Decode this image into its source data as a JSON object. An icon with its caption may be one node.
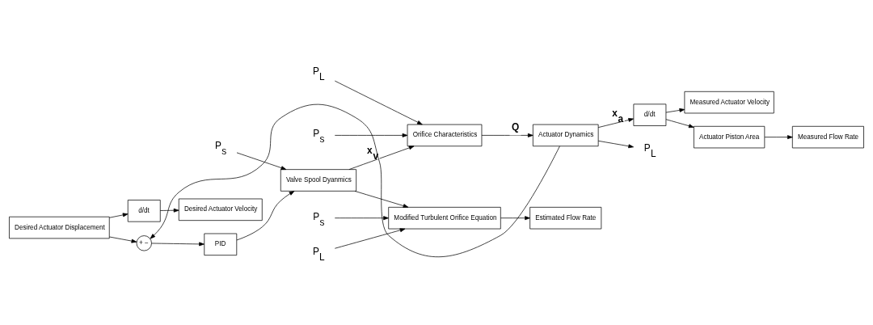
{
  "diagram": {
    "nodes": [
      {
        "text": [
          "Desired Actuator Displacement"
        ]
      },
      {
        "text": [
          "+",
          "−"
        ]
      },
      {
        "text": [
          "PID"
        ]
      },
      {
        "text": [
          "Valve Spool Dyanmics"
        ]
      },
      {
        "text": [
          "Orifice Characteristics"
        ]
      },
      {
        "text": [
          "Actuator Dynamics"
        ]
      },
      {
        "text": [
          "d/dt"
        ]
      },
      {
        "text": [
          "Desired Actuator Velocity"
        ]
      },
      {
        "text": [
          "d/dt"
        ]
      },
      {
        "text": [
          "Measured Actuator Velocity"
        ]
      },
      {
        "text": [
          "Actuator Piston Area"
        ]
      },
      {
        "text": [
          "Measured Flow Rate"
        ]
      },
      {
        "text": [
          "Modified Turbulent Orifice Equation"
        ]
      },
      {
        "text": [
          "Estimated Flow Rate"
        ]
      },
      {
        "text": [
          "P$_{s}$"
        ]
      },
      {
        "text": [
          "P$_{s}$"
        ]
      },
      {
        "text": [
          "P$_{L}$"
        ]
      },
      {
        "text": [
          "P$_{L}$"
        ]
      },
      {
        "text": [
          "P$_{s}$"
        ]
      },
      {
        "text": [
          "P$_{L}$"
        ]
      }
    ],
    "edges": [
      {
        "from": 0,
        "to": 6,
        "arrow": "to"
      },
      {
        "from": 0,
        "to": 1,
        "arrow": "to"
      },
      {
        "from": 5,
        "to": 1,
        "arrow": "to"
      },
      {
        "from": 1,
        "to": 2,
        "arrow": "to"
      },
      {
        "from": 2,
        "to": 3,
        "arrow": "to"
      },
      {
        "from": 3,
        "to": 4,
        "arrow": "to",
        "label": "x$_{v}$"
      },
      {
        "from": 4,
        "to": 5,
        "arrow": "to",
        "label": "Q"
      },
      {
        "from": 5,
        "to": 8,
        "arrow": "to",
        "label": "x$_{a}$"
      },
      {
        "from": 6,
        "to": 7,
        "arrow": "to"
      },
      {
        "from": 8,
        "to": 9,
        "arrow": "to"
      },
      {
        "from": 8,
        "to": 10,
        "arrow": "to"
      },
      {
        "from": 10,
        "to": 11,
        "arrow": "to"
      },
      {
        "from": 3,
        "to": 12,
        "arrow": "to"
      },
      {
        "from": 12,
        "to": 13,
        "arrow": "to"
      },
      {
        "from": 14,
        "to": 3,
        "arrow": "to"
      },
      {
        "from": 15,
        "to": 4,
        "arrow": "to"
      },
      {
        "from": 16,
        "to": 4,
        "arrow": "to"
      },
      {
        "from": 5,
        "to": 17,
        "arrow": "to"
      },
      {
        "from": 18,
        "to": 12,
        "arrow": "to"
      },
      {
        "from": 19,
        "to": 12,
        "arrow": "to"
      }
    ]
  }
}
